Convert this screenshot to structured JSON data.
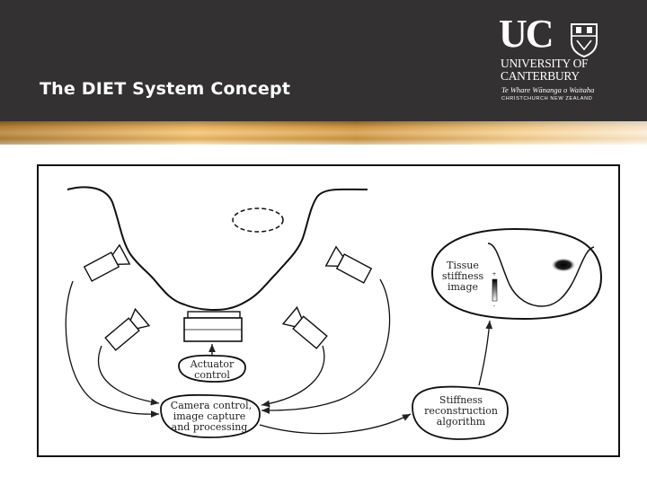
{
  "slide": {
    "title": "The DIET System Concept"
  },
  "logo": {
    "mark": "UC",
    "line1": "UNIVERSITY OF",
    "line2": "CANTERBURY",
    "line3": "Te Whare Wānanga o Waitaha",
    "line4": "CHRISTCHURCH NEW ZEALAND",
    "crest_icon": "crest-icon"
  },
  "colors": {
    "header": "#333132",
    "band": "#e1a24b",
    "text": "#ffffff"
  },
  "diagram": {
    "actuator": [
      "Actuator",
      "control"
    ],
    "camera": [
      "Camera control,",
      "image capture",
      "and processing"
    ],
    "reconstruction": [
      "Stiffness",
      "reconstruction",
      "algorithm"
    ],
    "tissue": [
      "Tissue",
      "stiffness",
      "image"
    ],
    "scale_top": "+",
    "scale_bottom": "-"
  }
}
